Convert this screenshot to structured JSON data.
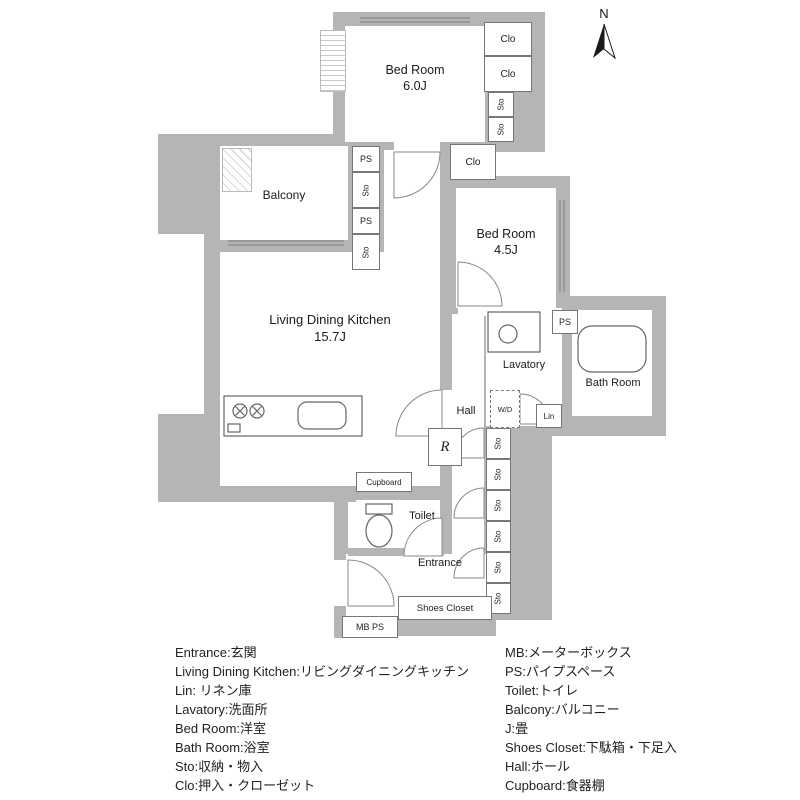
{
  "compass": {
    "north_label": "N"
  },
  "rooms": {
    "bedroom_6": {
      "name": "Bed Room",
      "size": "6.0J"
    },
    "bedroom_45": {
      "name": "Bed Room",
      "size": "4.5J"
    },
    "ldk": {
      "name": "Living Dining Kitchen",
      "size": "15.7J"
    },
    "balcony": {
      "name": "Balcony"
    },
    "lavatory": {
      "name": "Lavatory"
    },
    "bath": {
      "name": "Bath Room"
    },
    "hall": {
      "name": "Hall"
    },
    "toilet": {
      "name": "Toilet"
    },
    "entrance": {
      "name": "Entrance"
    },
    "shoes_closet": {
      "name": "Shoes Closet"
    }
  },
  "fixtures": {
    "clo": "Clo",
    "sto": "Sto",
    "ps": "PS",
    "lin": "Lin",
    "washer_dryer": "W/D",
    "refrigerator": "R",
    "cupboard": "Cupboard",
    "meter_box_pipe_space": "MB PS"
  },
  "legend": {
    "left": [
      "Entrance:玄関",
      "Living Dining Kitchen:リビングダイニングキッチン",
      "Lin: リネン庫",
      "Lavatory:洗面所",
      "Bed Room:洋室",
      "Bath Room:浴室",
      "Sto:収納・物入",
      "Clo:押入・クローゼット"
    ],
    "right": [
      "MB:メーターボックス",
      "PS:パイプスペース",
      "Toilet:トイレ",
      "Balcony:バルコニー",
      "J:畳",
      "Shoes Closet:下駄箱・下足入",
      "Hall:ホール",
      "Cupboard:食器棚"
    ]
  },
  "colors": {
    "wall": "#b5b5b5",
    "line": "#777777"
  }
}
